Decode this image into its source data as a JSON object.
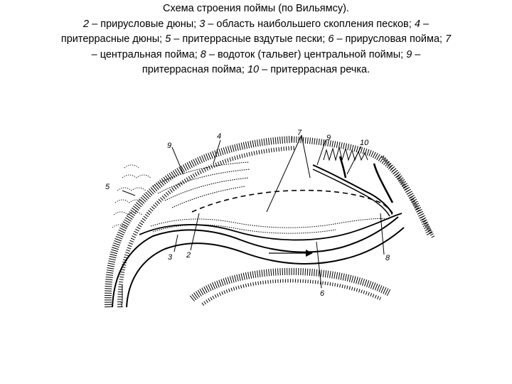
{
  "caption": {
    "title": "Схема строения поймы (по Вильямсу).",
    "line2": {
      "n2": "2",
      "t2": " – прирусловые дюны; ",
      "n3": "3",
      "t3": " – область наибольшего скопления песков; ",
      "n4": "4",
      "t4": " –"
    },
    "line3": {
      "t4b": "притеррасные дюны; ",
      "n5": "5",
      "t5": " – притеррасные вздутые пески; ",
      "n6": "6",
      "t6": " – прирусловая пойма; ",
      "n7": "7"
    },
    "line4": {
      "t7": "– центральная пойма; ",
      "n8": "8",
      "t8": " – водоток (тальвег) центральной поймы; ",
      "n9": "9",
      "t9": " –"
    },
    "line5": {
      "t9b": "притеррасная пойма; ",
      "n10": "10",
      "t10": " – притеррасная речка."
    }
  },
  "labels": {
    "l1": "1",
    "l2": "2",
    "l3": "3",
    "l4": "4",
    "l5": "5",
    "l6": "6",
    "l7": "7",
    "l8": "8",
    "l9a": "9",
    "l9b": "9",
    "l10": "10"
  },
  "colors": {
    "ink": "#000000",
    "background": "#ffffff"
  }
}
